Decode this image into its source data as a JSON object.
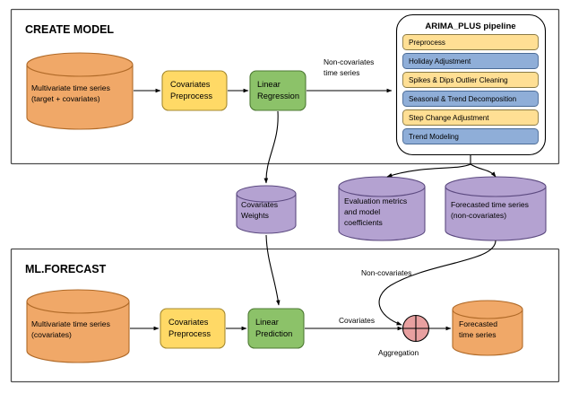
{
  "diagram": {
    "title_top": "CREATE MODEL",
    "title_bottom": "ML.FORECAST"
  },
  "colors": {
    "orange_fill": "#f0a868",
    "orange_stroke": "#b06a28",
    "purple_fill": "#b4a2d1",
    "purple_stroke": "#5c4a80",
    "yellow_fill": "#ffd966",
    "yellow_stroke": "#a68a30",
    "green_fill": "#8cc269",
    "green_stroke": "#4e7a34",
    "blue_fill": "#8faed8",
    "blue_stroke": "#4a6b96",
    "step_yellow_fill": "#ffdf94",
    "red_fill": "#e8a0a0",
    "frame_stroke": "#4d4d4d",
    "line_stroke": "#000000"
  },
  "create_model": {
    "source_cylinder": {
      "line1": "Multivariate time series",
      "line2": "(target + covariates)"
    },
    "preprocess_box": {
      "line1": "Covariates",
      "line2": "Preprocess"
    },
    "regression_box": {
      "line1": "Linear",
      "line2": "Regression"
    },
    "edge_label": {
      "line1": "Non-covariates",
      "line2": "time series"
    },
    "pipeline": {
      "title": "ARIMA_PLUS pipeline",
      "steps": [
        {
          "label": "Preprocess",
          "color": "yellow"
        },
        {
          "label": "Holiday Adjustment",
          "color": "blue"
        },
        {
          "label": "Spikes & Dips Outlier Cleaning",
          "color": "yellow"
        },
        {
          "label": "Seasonal & Trend Decomposition",
          "color": "blue"
        },
        {
          "label": "Step Change Adjustment",
          "color": "yellow"
        },
        {
          "label": "Trend Modeling",
          "color": "blue"
        }
      ]
    }
  },
  "artifacts": [
    {
      "name": "covariates-weights",
      "lines": [
        "Covariates",
        "Weights"
      ]
    },
    {
      "name": "evaluation-metrics",
      "lines": [
        "Evaluation metrics",
        "and model",
        "coefficients"
      ]
    },
    {
      "name": "forecasted-noncovariates",
      "lines": [
        "Forecasted time series",
        "(non-covariates)"
      ]
    }
  ],
  "ml_forecast": {
    "source_cylinder": {
      "line1": "Multivariate time series",
      "line2": "(covariates)"
    },
    "preprocess_box": {
      "line1": "Covariates",
      "line2": "Preprocess"
    },
    "prediction_box": {
      "line1": "Linear",
      "line2": "Prediction"
    },
    "covariates_edge_label": "Covariates",
    "noncovariates_edge_label": "Non-covariates",
    "aggregation_label": "Aggregation",
    "output_cylinder": {
      "line1": "Forecasted",
      "line2": "time series"
    }
  }
}
